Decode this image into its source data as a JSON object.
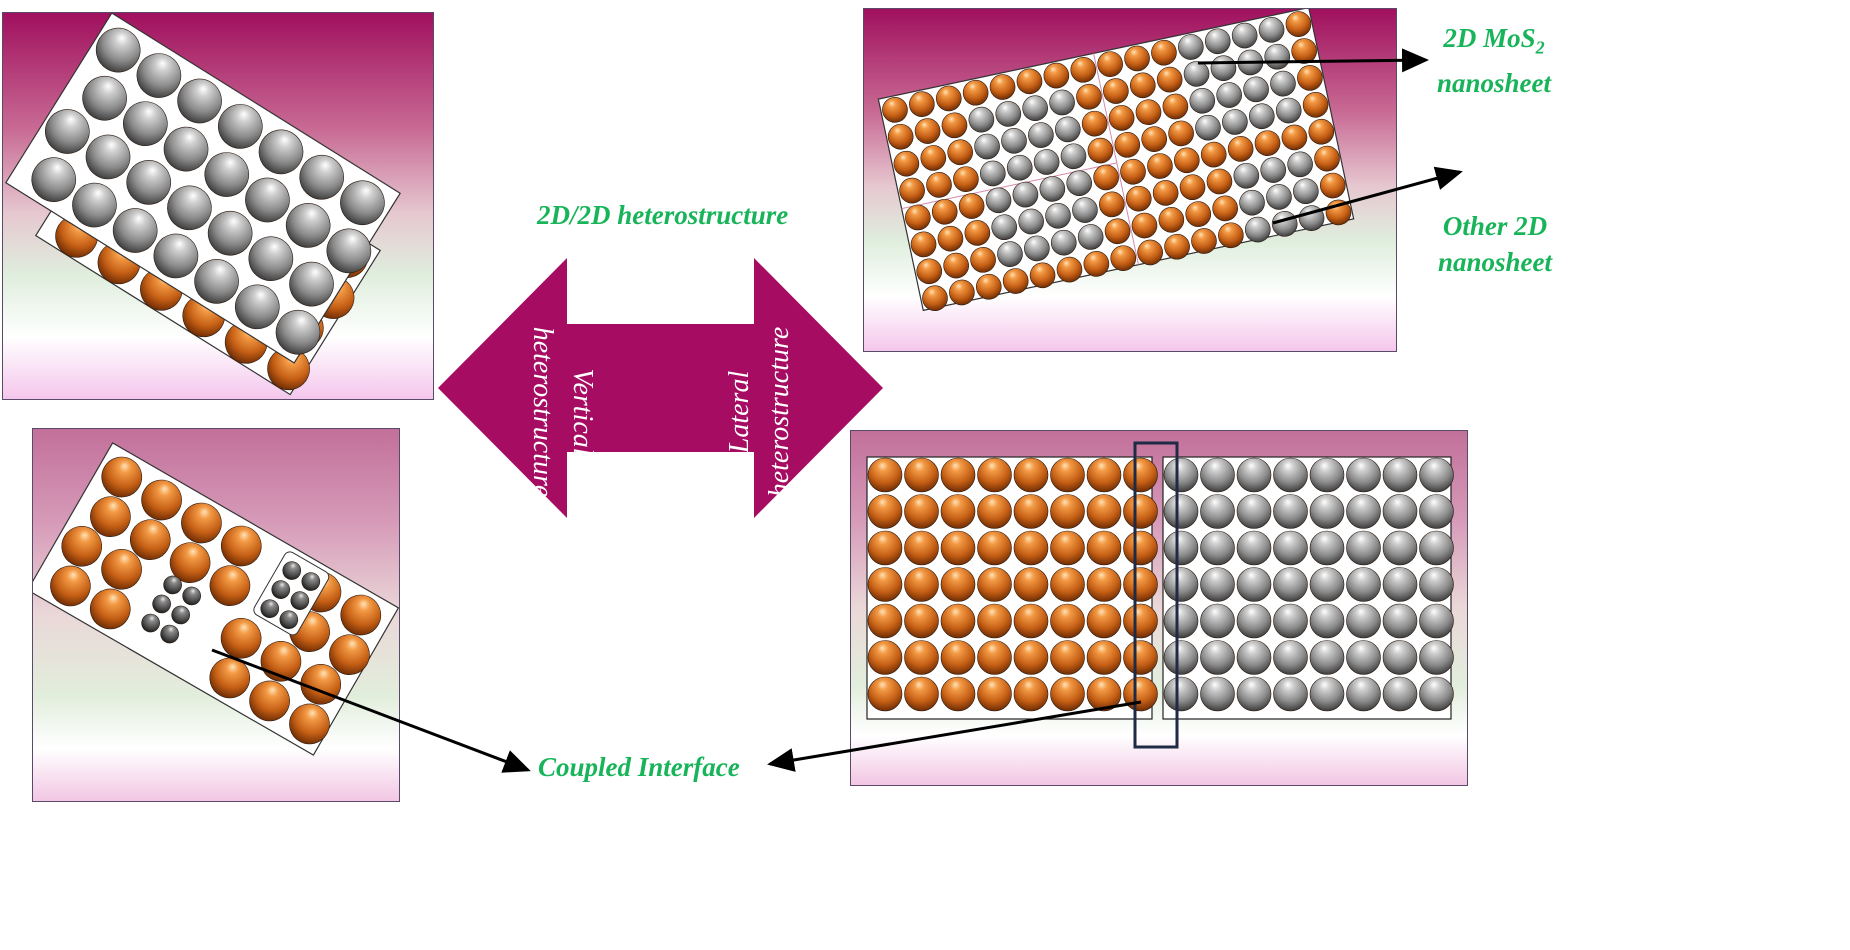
{
  "title": "2D/2D heterostructure",
  "arrow": {
    "left_label": [
      "Vertical",
      "heterostructure"
    ],
    "right_label": [
      "Lateral",
      "heterostructure"
    ],
    "color": "#a50c62"
  },
  "labels": {
    "mos2_line1": "2D MoS",
    "mos2_sub": "2",
    "mos2_line2": "nanosheet",
    "other_line1": "Other 2D",
    "other_line2": "nanosheet",
    "coupled": "Coupled Interface"
  },
  "colors": {
    "label_green": "#18b45a",
    "atom_orange": "#d2691e",
    "atom_grey": "#8a8a8a",
    "atom_dark": "#5a5a5a",
    "frame": "#1f2a44"
  }
}
